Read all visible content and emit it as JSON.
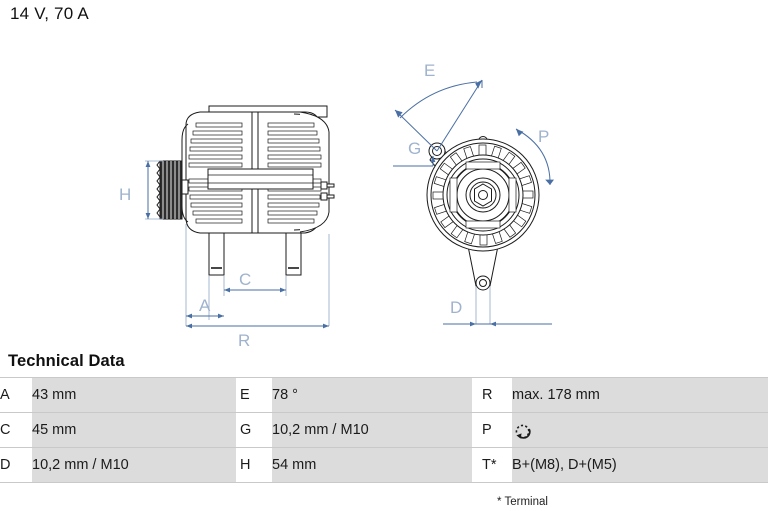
{
  "title": "14 V, 70 A",
  "diagram": {
    "side_view": {
      "labels": [
        {
          "id": "H",
          "text": "H"
        },
        {
          "id": "A",
          "text": "A"
        },
        {
          "id": "C",
          "text": "C"
        },
        {
          "id": "R",
          "text": "R"
        }
      ]
    },
    "front_view": {
      "labels": [
        {
          "id": "E",
          "text": "E"
        },
        {
          "id": "G",
          "text": "G"
        },
        {
          "id": "P",
          "text": "P"
        },
        {
          "id": "D",
          "text": "D"
        }
      ]
    },
    "accent_color": "#4a6fa5",
    "label_color": "#9fb3ce",
    "line_color": "#1b1b1b"
  },
  "tech": {
    "heading": "Technical Data",
    "rows": [
      {
        "c1_key": "A",
        "c1_val": "43 mm",
        "c2_key": "E",
        "c2_val": "78 °",
        "c3_key": "R",
        "c3_val": "max. 178 mm"
      },
      {
        "c1_key": "C",
        "c1_val": "45 mm",
        "c2_key": "G",
        "c2_val": "10,2 mm / M10",
        "c3_key": "P",
        "c3_val": ""
      },
      {
        "c1_key": "D",
        "c1_val": "10,2 mm / M10",
        "c2_key": "H",
        "c2_val": "54 mm",
        "c3_key": "T*",
        "c3_val": "B+(M8), D+(M5)"
      }
    ],
    "p_icon": "rotation-ccw-icon",
    "footnote": "* Terminal"
  }
}
